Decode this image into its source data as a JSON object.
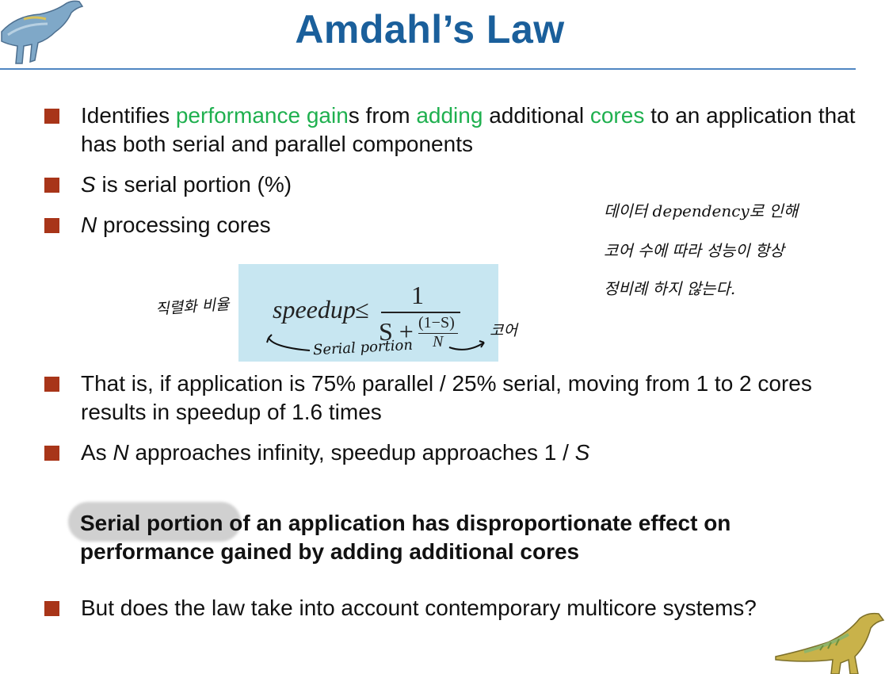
{
  "title": "Amdahl’s Law",
  "bullets": {
    "b1": {
      "p1": "Identifies ",
      "h1": "performance gain",
      "p2": "s from ",
      "h2": "adding",
      "p3": " additional ",
      "h3": "cores",
      "p4": " to an application that has both serial and parallel components"
    },
    "b2": {
      "var": "S",
      "rest": " is serial portion (%)"
    },
    "b3": {
      "var": "N",
      "rest": " processing cores"
    },
    "b4": "That is, if application is 75% parallel / 25% serial, moving from 1 to 2 cores results in speedup of 1.6 times",
    "b5": {
      "p1": "As ",
      "v1": "N",
      "p2": " approaches infinity, speedup approaches 1 / ",
      "v2": "S"
    },
    "b6": "But does the law take into account contemporary multicore systems?"
  },
  "formula": {
    "lhs": "speedup",
    "relation": "≤",
    "numerator": "1",
    "den_prefix": "S +",
    "inner_numerator": "(1−S)",
    "inner_denominator": "N"
  },
  "emphasis": "Serial portion of an application has disproportionate  effect on performance gained by adding additional cores",
  "handwritten": {
    "left_note": "직렬화 비율",
    "serial_portion": "Serial portion",
    "core": "코어",
    "right_line1": "데이터 dependency로 인해",
    "right_line2": "코어 수에 따라 성능이 항상",
    "right_line3": "정비례 하지 않는다."
  },
  "colors": {
    "title": "#1a5f9b",
    "bullet": "#a83519",
    "highlight": "#1fb04f",
    "formula_bg": "#c7e6f1",
    "rule": "#4f86c2"
  }
}
